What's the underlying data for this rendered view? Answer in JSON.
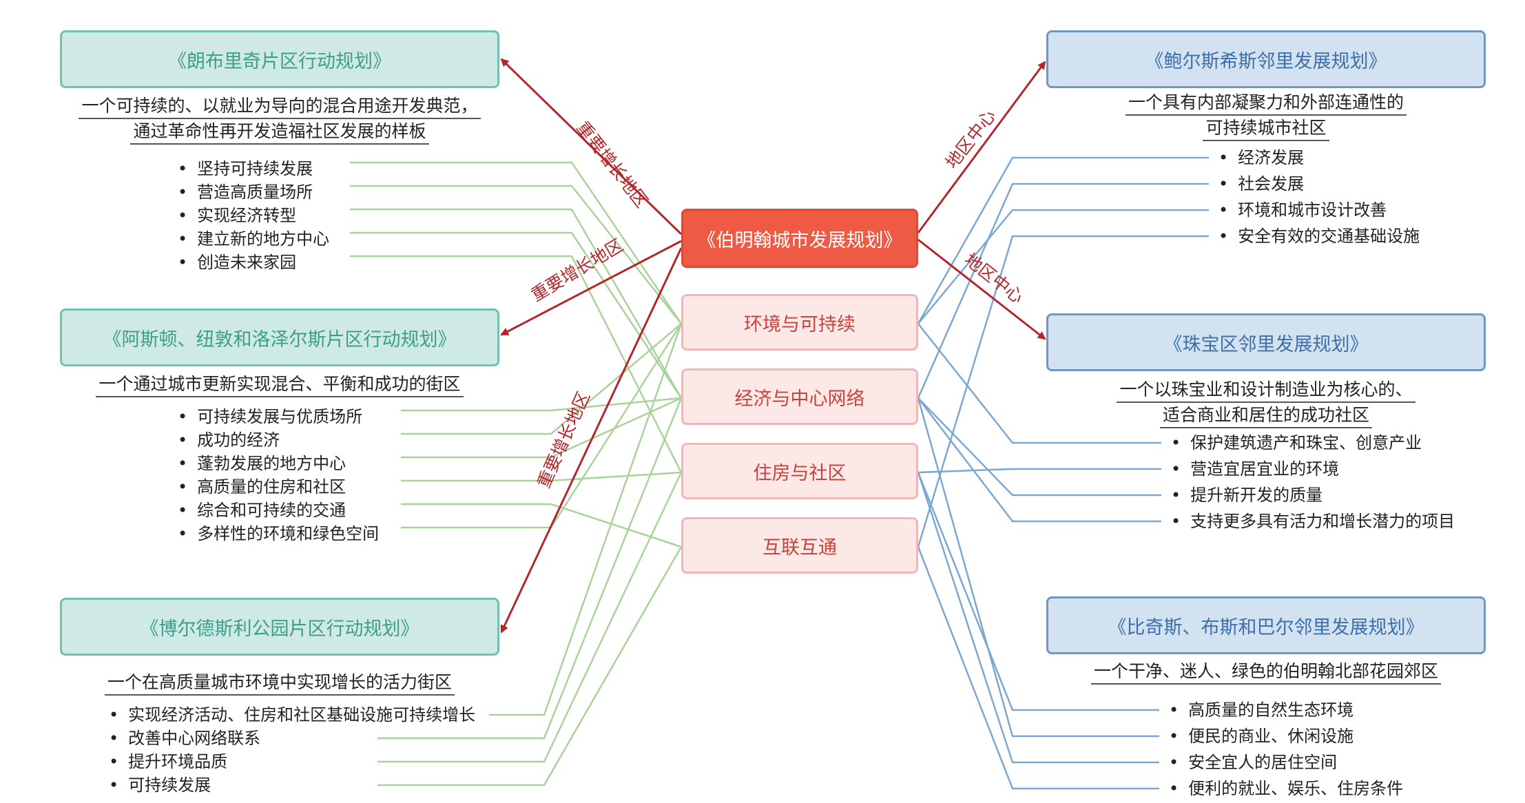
{
  "center": "《伯明翰城市发展规划》",
  "themes": [
    "环境与可持续",
    "经济与中心网络",
    "住房与社区",
    "互联互通"
  ],
  "edge_labels": {
    "upper_left": "重要增长地区",
    "middle_left": "重要增长地区",
    "lower_left": "重要增长地区",
    "upper_right": "地区中心",
    "middle_right": "地区中心"
  },
  "left_plans": [
    {
      "title": "《朗布里奇片区行动规划》",
      "subtitle_lines": [
        "一个可持续的、以就业为导向的混合用途开发典范，",
        "通过革命性再开发造福社区发展的样板"
      ],
      "items": [
        "坚持可持续发展",
        "营造高质量场所",
        "实现经济转型",
        "建立新的地方中心",
        "创造未来家园"
      ]
    },
    {
      "title": "《阿斯顿、纽敦和洛泽尔斯片区行动规划》",
      "subtitle_lines": [
        "一个通过城市更新实现混合、平衡和成功的街区"
      ],
      "items": [
        "可持续发展与优质场所",
        "成功的经济",
        "蓬勃发展的地方中心",
        "高质量的住房和社区",
        "综合和可持续的交通",
        "多样性的环境和绿色空间"
      ]
    },
    {
      "title": "《博尔德斯利公园片区行动规划》",
      "subtitle_lines": [
        "一个在高质量城市环境中实现增长的活力街区"
      ],
      "items": [
        "实现经济活动、住房和社区基础设施可持续增长",
        "改善中心网络联系",
        "提升环境品质",
        "可持续发展"
      ]
    }
  ],
  "right_plans": [
    {
      "title": "《鲍尔斯希斯邻里发展规划》",
      "subtitle_lines": [
        "一个具有内部凝聚力和外部连通性的",
        "可持续城市社区"
      ],
      "items": [
        "经济发展",
        "社会发展",
        "环境和城市设计改善",
        "安全有效的交通基础设施"
      ]
    },
    {
      "title": "《珠宝区邻里发展规划》",
      "subtitle_lines": [
        "一个以珠宝业和设计制造业为核心的、",
        "适合商业和居住的成功社区"
      ],
      "items": [
        "保护建筑遗产和珠宝、创意产业",
        "营造宜居宜业的环境",
        "提升新开发的质量",
        "支持更多具有活力和增长潜力的项目"
      ]
    },
    {
      "title": "《比奇斯、布斯和巴尔邻里发展规划》",
      "subtitle_lines": [
        "一个干净、迷人、绿色的伯明翰北部花园郊区"
      ],
      "items": [
        "高质量的自然生态环境",
        "便民的商业、休闲设施",
        "安全宜人的居住空间",
        "便利的就业、娱乐、住房条件"
      ]
    }
  ],
  "colors": {
    "green_line": "#a9d39a",
    "blue_line": "#7ba7d0",
    "arrow": "#b3262c"
  }
}
